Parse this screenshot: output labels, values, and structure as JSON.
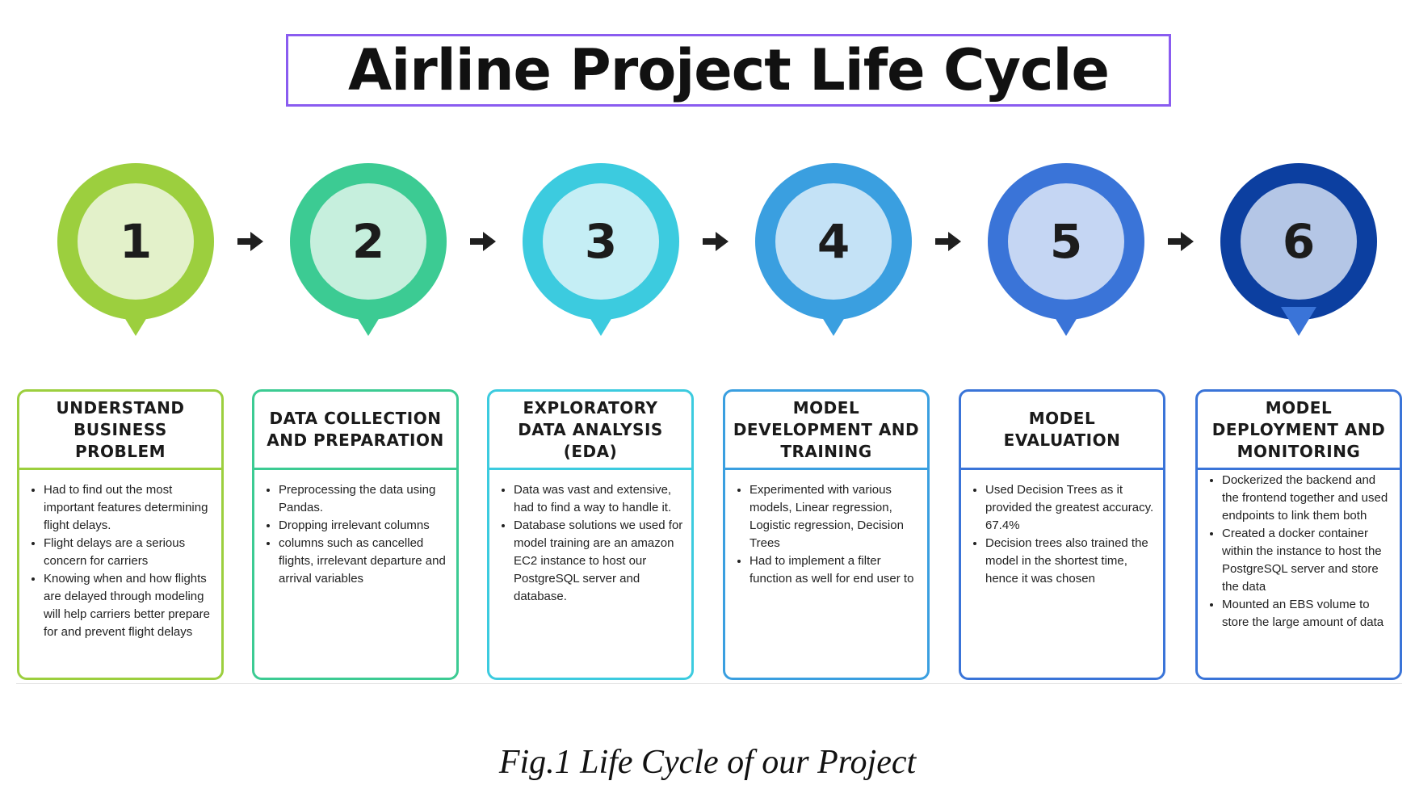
{
  "title": "Airline Project Life Cycle",
  "caption": "Fig.1 Life Cycle of our Project",
  "steps": [
    {
      "number": "1",
      "heading": "UNDERSTAND BUSINESS PROBLEM",
      "ring_color": "#9ccf3e",
      "inner_color": "#e3f1ca",
      "border_color": "#9ccf3e",
      "bullets": [
        "Had to find out the most important features determining flight delays.",
        "Flight delays are a serious concern for carriers",
        "Knowing when and how flights are delayed through modeling will help carriers better prepare for and prevent flight delays"
      ]
    },
    {
      "number": "2",
      "heading": "DATA COLLECTION AND PREPARATION",
      "ring_color": "#3ccb93",
      "inner_color": "#c6efdd",
      "border_color": "#3ccb93",
      "bullets": [
        "Preprocessing the data using Pandas.",
        "Dropping irrelevant columns",
        "columns such as cancelled flights, irrelevant departure and arrival variables"
      ]
    },
    {
      "number": "3",
      "heading": "EXPLORATORY DATA ANALYSIS (EDA)",
      "ring_color": "#3ccbdf",
      "inner_color": "#c5eef5",
      "border_color": "#3ccbdf",
      "bullets": [
        "Data was vast and extensive, had to find a way to handle it.",
        "Database solutions we used for model training are an amazon EC2 instance to host our PostgreSQL server and database."
      ]
    },
    {
      "number": "4",
      "heading": "MODEL DEVELOPMENT AND TRAINING",
      "ring_color": "#3a9fe0",
      "inner_color": "#c4e2f6",
      "border_color": "#3a9fe0",
      "bullets": [
        "Experimented with various models, Linear regression, Logistic regression, Decision Trees",
        "Had to implement a filter function as well for end user to"
      ]
    },
    {
      "number": "5",
      "heading": "MODEL EVALUATION",
      "ring_color": "#3a74d8",
      "inner_color": "#c5d6f3",
      "border_color": "#3a74d8",
      "bullets": [
        "Used Decision Trees as it provided the greatest accuracy. 67.4%",
        "Decision trees also trained the model in the shortest time, hence it was chosen"
      ]
    },
    {
      "number": "6",
      "heading": "MODEL DEPLOYMENT AND MONITORING",
      "ring_color": "#0c3fa0",
      "inner_color": "#b4c6e6",
      "border_color": "#3a74d8",
      "bullets": [
        "Dockerized the backend and the frontend together and used endpoints to link them both",
        "Created a docker container within the instance to host the PostgreSQL server and store the data",
        "Mounted an EBS volume to store the large amount of data"
      ]
    }
  ]
}
